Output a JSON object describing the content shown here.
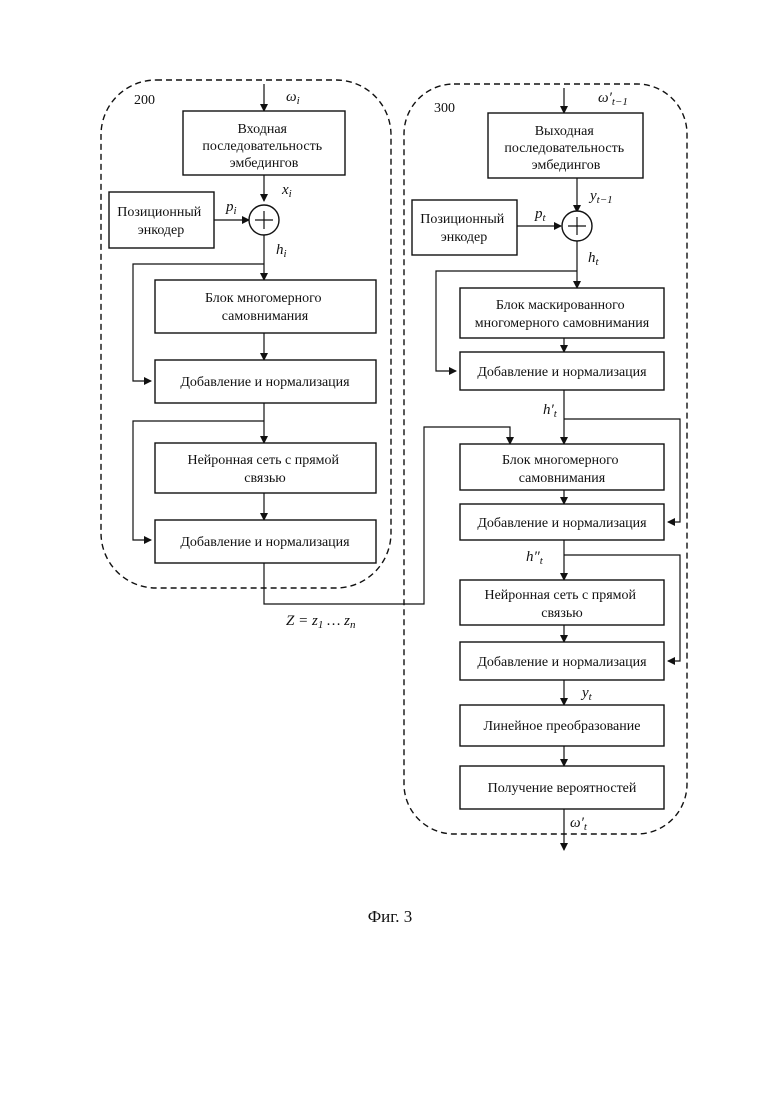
{
  "encoder": {
    "id": "200",
    "input": "ω",
    "input_sub": "i",
    "embedding": [
      "Входная",
      "последовательность",
      "эмбедингов"
    ],
    "x": "x",
    "x_sub": "i",
    "pos_encoder": [
      "Позиционный",
      "энкодер"
    ],
    "p": "p",
    "p_sub": "i",
    "h": "h",
    "h_sub": "i",
    "attention": [
      "Блок многомерного",
      "самовнимания"
    ],
    "addnorm1": "Добавление и нормализация",
    "ffn": [
      "Нейронная сеть с прямой",
      "связью"
    ],
    "addnorm2": "Добавление и нормализация"
  },
  "memory": {
    "label": "Z = z",
    "sub1": "1",
    "mid": " … z",
    "subn": "n"
  },
  "decoder": {
    "id": "300",
    "input": "ω′",
    "input_sub": "t−1",
    "embedding": [
      "Выходная",
      "последовательность",
      "эмбедингов"
    ],
    "y": "y",
    "y_sub": "t−1",
    "pos_encoder": [
      "Позиционный",
      "энкодер"
    ],
    "p": "p",
    "p_sub": "t",
    "h": "h",
    "h_sub": "t",
    "masked_attention": [
      "Блок маскированного",
      "многомерного самовнимания"
    ],
    "addnorm1": "Добавление и нормализация",
    "h1": "h′",
    "h1_sub": "t",
    "cross_attention": [
      "Блок многомерного",
      "самовнимания"
    ],
    "addnorm2": "Добавление и нормализация",
    "h2": "h″",
    "h2_sub": "t",
    "ffn": [
      "Нейронная сеть с прямой",
      "связью"
    ],
    "addnorm3": "Добавление и нормализация",
    "yt": "y",
    "yt_sub": "t",
    "linear": "Линейное преобразование",
    "softmax": "Получение вероятностей",
    "output": "ω′",
    "output_sub": "t"
  },
  "caption": "Фиг. 3"
}
